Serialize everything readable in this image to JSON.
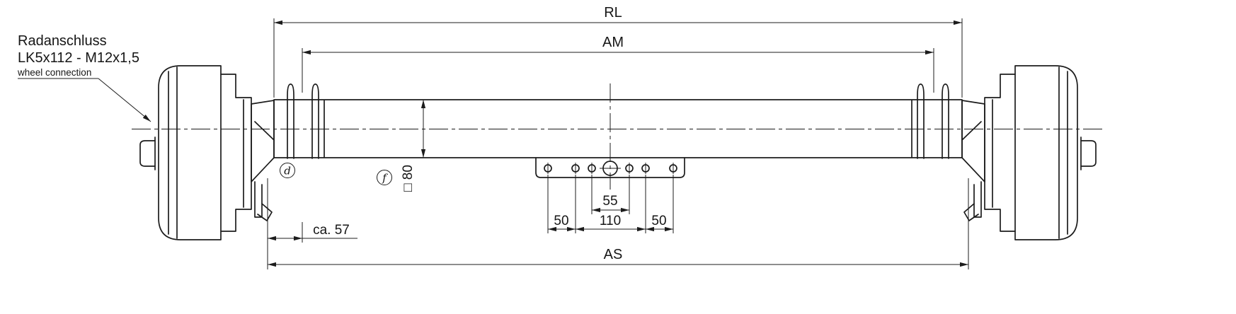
{
  "drawing": {
    "callout": {
      "line1": "Radanschluss",
      "line2": "LK5x112 - M12x1,5",
      "line3": "wheel connection"
    },
    "dims": {
      "rl": "RL",
      "am": "AM",
      "as": "AS",
      "ca57": "ca. 57",
      "square80": "□ 80",
      "d55": "55",
      "d50_left": "50",
      "d110": "110",
      "d50_right": "50"
    },
    "balloons": {
      "d": "d",
      "f": "f"
    },
    "colors": {
      "line": "#1c1c1c",
      "background": "#ffffff"
    }
  }
}
